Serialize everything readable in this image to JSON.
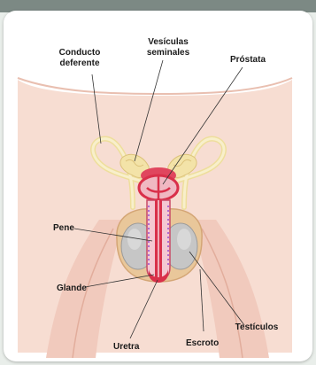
{
  "labels": {
    "conducto_deferente_1": "Conducto",
    "conducto_deferente_2": "deferente",
    "vesiculas_1": "Vesículas",
    "vesiculas_2": "seminales",
    "prostata": "Próstata",
    "pene": "Pene",
    "glande": "Glande",
    "testiculos": "Testículos",
    "uretra": "Uretra",
    "escroto": "Escroto"
  },
  "colors": {
    "skin": "#f4d3c6",
    "tube": "#f6e7b5",
    "organ_red": "#d9304a",
    "testis": "#c8c8c8"
  }
}
